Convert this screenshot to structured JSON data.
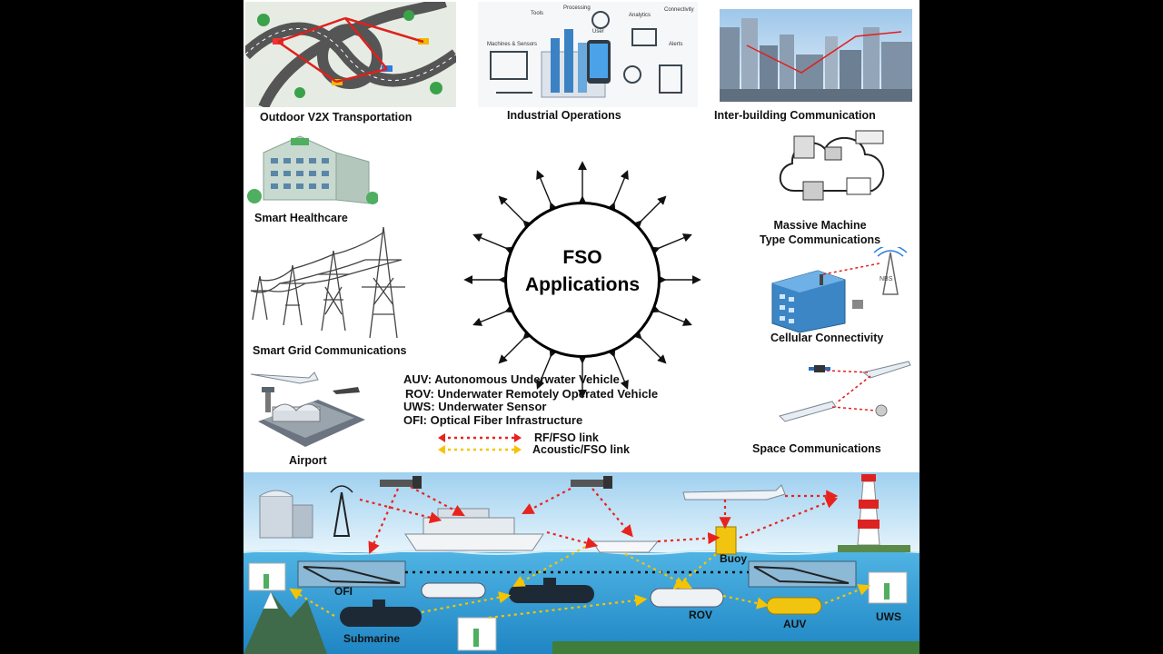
{
  "hub": {
    "line1": "FSO",
    "line2": "Applications"
  },
  "applications": {
    "v2x": "Outdoor V2X Transportation",
    "industrial": "Industrial Operations",
    "inter_building": "Inter-building Communication",
    "healthcare": "Smart Healthcare",
    "mmtc_line1": "Massive Machine",
    "mmtc_line2": "Type Communications",
    "smart_grid": "Smart Grid Communications",
    "cellular": "Cellular Connectivity",
    "airport": "Airport",
    "space": "Space Communications"
  },
  "industrial_icons": {
    "tools": "Tools",
    "processing": "Processing",
    "user": "User",
    "analytics": "Analytics",
    "connectivity": "Connectivity",
    "machines": "Machines & Sensors",
    "alerts": "Alerts"
  },
  "cellular_tower_label": "NBS",
  "legend": {
    "auv": "AUV: Autonomous Underwater Vehicle",
    "rov": "ROV: Underwater Remotely Operated Vehicle",
    "uws": "UWS: Underwater Sensor",
    "ofi": "OFI: Optical Fiber Infrastructure",
    "rf_fso": "RF/FSO link",
    "acoustic_fso": "Acoustic/FSO link",
    "rf_color": "#e8231d",
    "acoustic_color": "#f5c400"
  },
  "maritime": {
    "buoy": "Buoy",
    "ofi": "OFI",
    "submarine": "Submarine",
    "rov": "ROV",
    "auv": "AUV",
    "uws": "UWS"
  }
}
